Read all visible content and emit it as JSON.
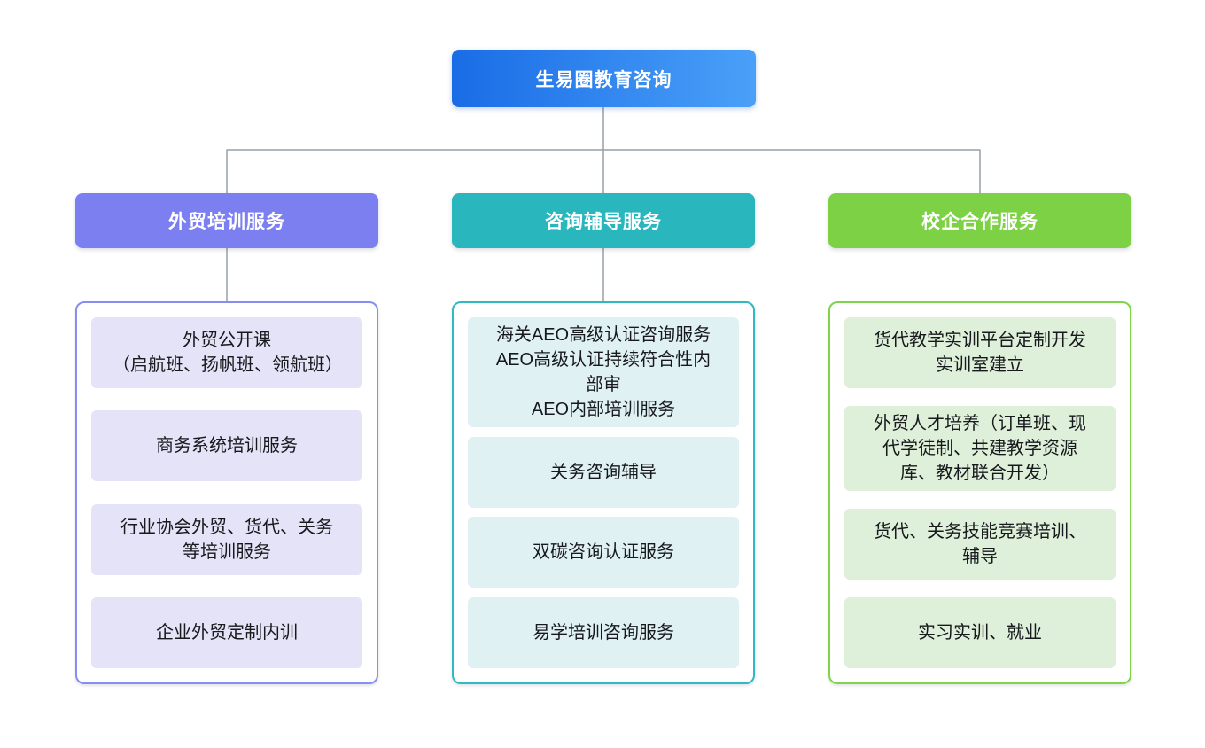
{
  "diagram_title": "生易圈教育咨询",
  "colors": {
    "root_gradient_start": "#1a6ce6",
    "root_gradient_end": "#4aa0f8",
    "connector_line": "#96a0a9",
    "leaf_text": "#17191d",
    "node_text": "#ffffff"
  },
  "root": {
    "label": "生易圈教育咨询"
  },
  "branches": [
    {
      "label": "外贸培训服务",
      "colors": {
        "header": "#7b7ff0",
        "border": "#898cf2",
        "item_bg": "#e4e3f7"
      },
      "items": [
        {
          "text": "外贸公开课\n（启航班、扬帆班、领航班）"
        },
        {
          "text": "商务系统培训服务"
        },
        {
          "text": "行业协会外贸、货代、关务等培训服务"
        },
        {
          "text": "企业外贸定制内训"
        }
      ]
    },
    {
      "label": "咨询辅导服务",
      "colors": {
        "header": "#29b6bd",
        "border": "#2fb9c0",
        "item_bg": "#dff1f3"
      },
      "items": [
        {
          "text": "海关AEO高级认证咨询服务\nAEO高级认证持续符合性内部审\nAEO内部培训服务"
        },
        {
          "text": "关务咨询辅导"
        },
        {
          "text": "双碳咨询认证服务"
        },
        {
          "text": "易学培训咨询服务"
        }
      ]
    },
    {
      "label": "校企合作服务",
      "colors": {
        "header": "#7dd145",
        "border": "#80d44c",
        "item_bg": "#dff0da"
      },
      "items": [
        {
          "text": "货代教学实训平台定制开发\n实训室建立"
        },
        {
          "text": "外贸人才培养（订单班、现代学徒制、共建教学资源库、教材联合开发）"
        },
        {
          "text": "货代、关务技能竞赛培训、辅导"
        },
        {
          "text": "实习实训、就业"
        }
      ]
    }
  ]
}
